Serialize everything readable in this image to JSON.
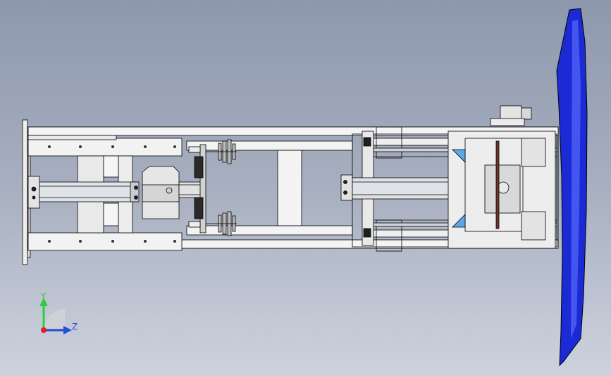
{
  "viewport": {
    "background_top": "#8e98ad",
    "background_bottom": "#cdd2dd"
  },
  "model": {
    "frame_color": "#f2f2f2",
    "edge_color": "#000000",
    "blade_color": "#1a2bd6",
    "blade_highlight": "#4556f0",
    "rail_color": "#cfd3d8",
    "accent_color": "#5aa7ea",
    "motor_color": "#d9d9d9"
  },
  "triad": {
    "y_label": "Y",
    "z_label": "Z",
    "y_color": "#2ecc40",
    "z_color": "#1f4fd8",
    "x_color": "#e02020",
    "y_icon": "y-axis-arrow",
    "z_icon": "z-axis-arrow",
    "origin_icon": "x-axis-origin-dot"
  }
}
